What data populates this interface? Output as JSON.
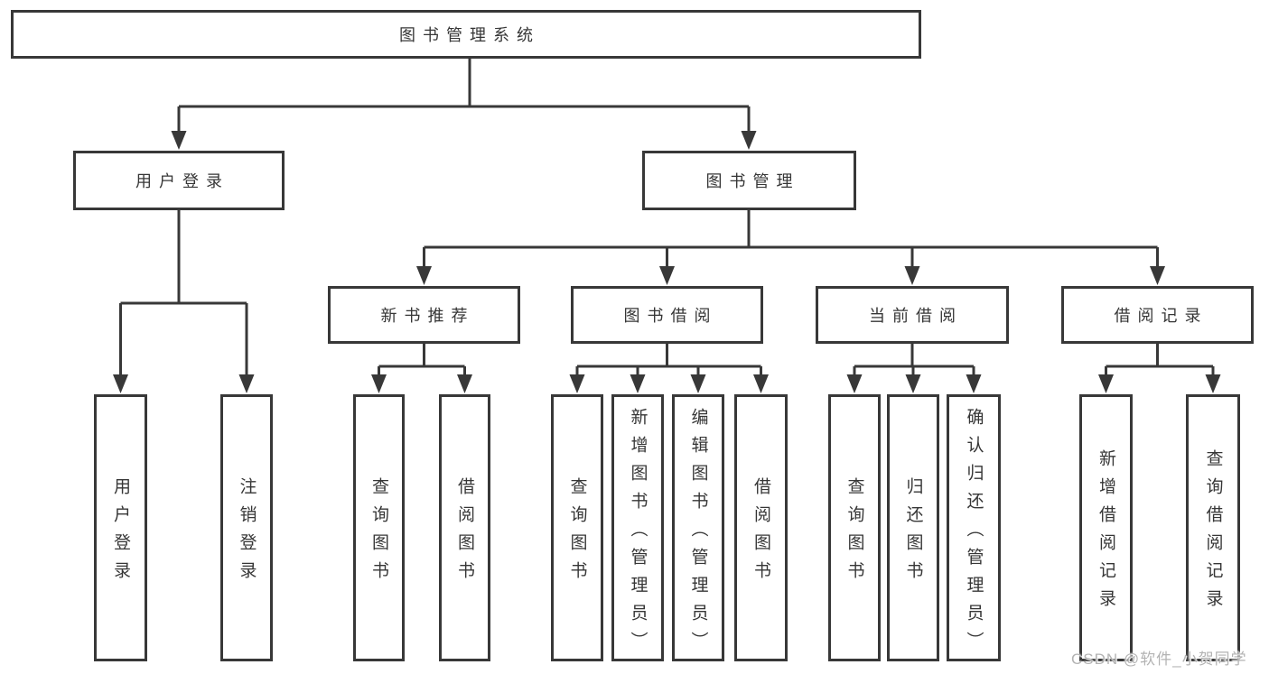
{
  "diagram": {
    "root": {
      "label": "图书管理系统"
    },
    "branches": [
      {
        "label": "用户登录",
        "children": [
          {
            "label": "用户登录"
          },
          {
            "label": "注销登录"
          }
        ]
      },
      {
        "label": "图书管理",
        "children": [
          {
            "label": "新书推荐",
            "children": [
              {
                "label": "查询图书"
              },
              {
                "label": "借阅图书"
              }
            ]
          },
          {
            "label": "图书借阅",
            "children": [
              {
                "label": "查询图书"
              },
              {
                "label": "新增图书（管理员）"
              },
              {
                "label": "编辑图书（管理员）"
              },
              {
                "label": "借阅图书"
              }
            ]
          },
          {
            "label": "当前借阅",
            "children": [
              {
                "label": "查询图书"
              },
              {
                "label": "归还图书"
              },
              {
                "label": "确认归还（管理员）"
              }
            ]
          },
          {
            "label": "借阅记录",
            "children": [
              {
                "label": "新增借阅记录"
              },
              {
                "label": "查询借阅记录"
              }
            ]
          }
        ]
      }
    ]
  },
  "watermark": {
    "text": "CSDN @软件_小贺同学"
  },
  "colors": {
    "line": "#383838",
    "text": "#363636",
    "box_background": "#ffffff",
    "background": "#ffffff",
    "watermark": "#b3b3b3"
  }
}
